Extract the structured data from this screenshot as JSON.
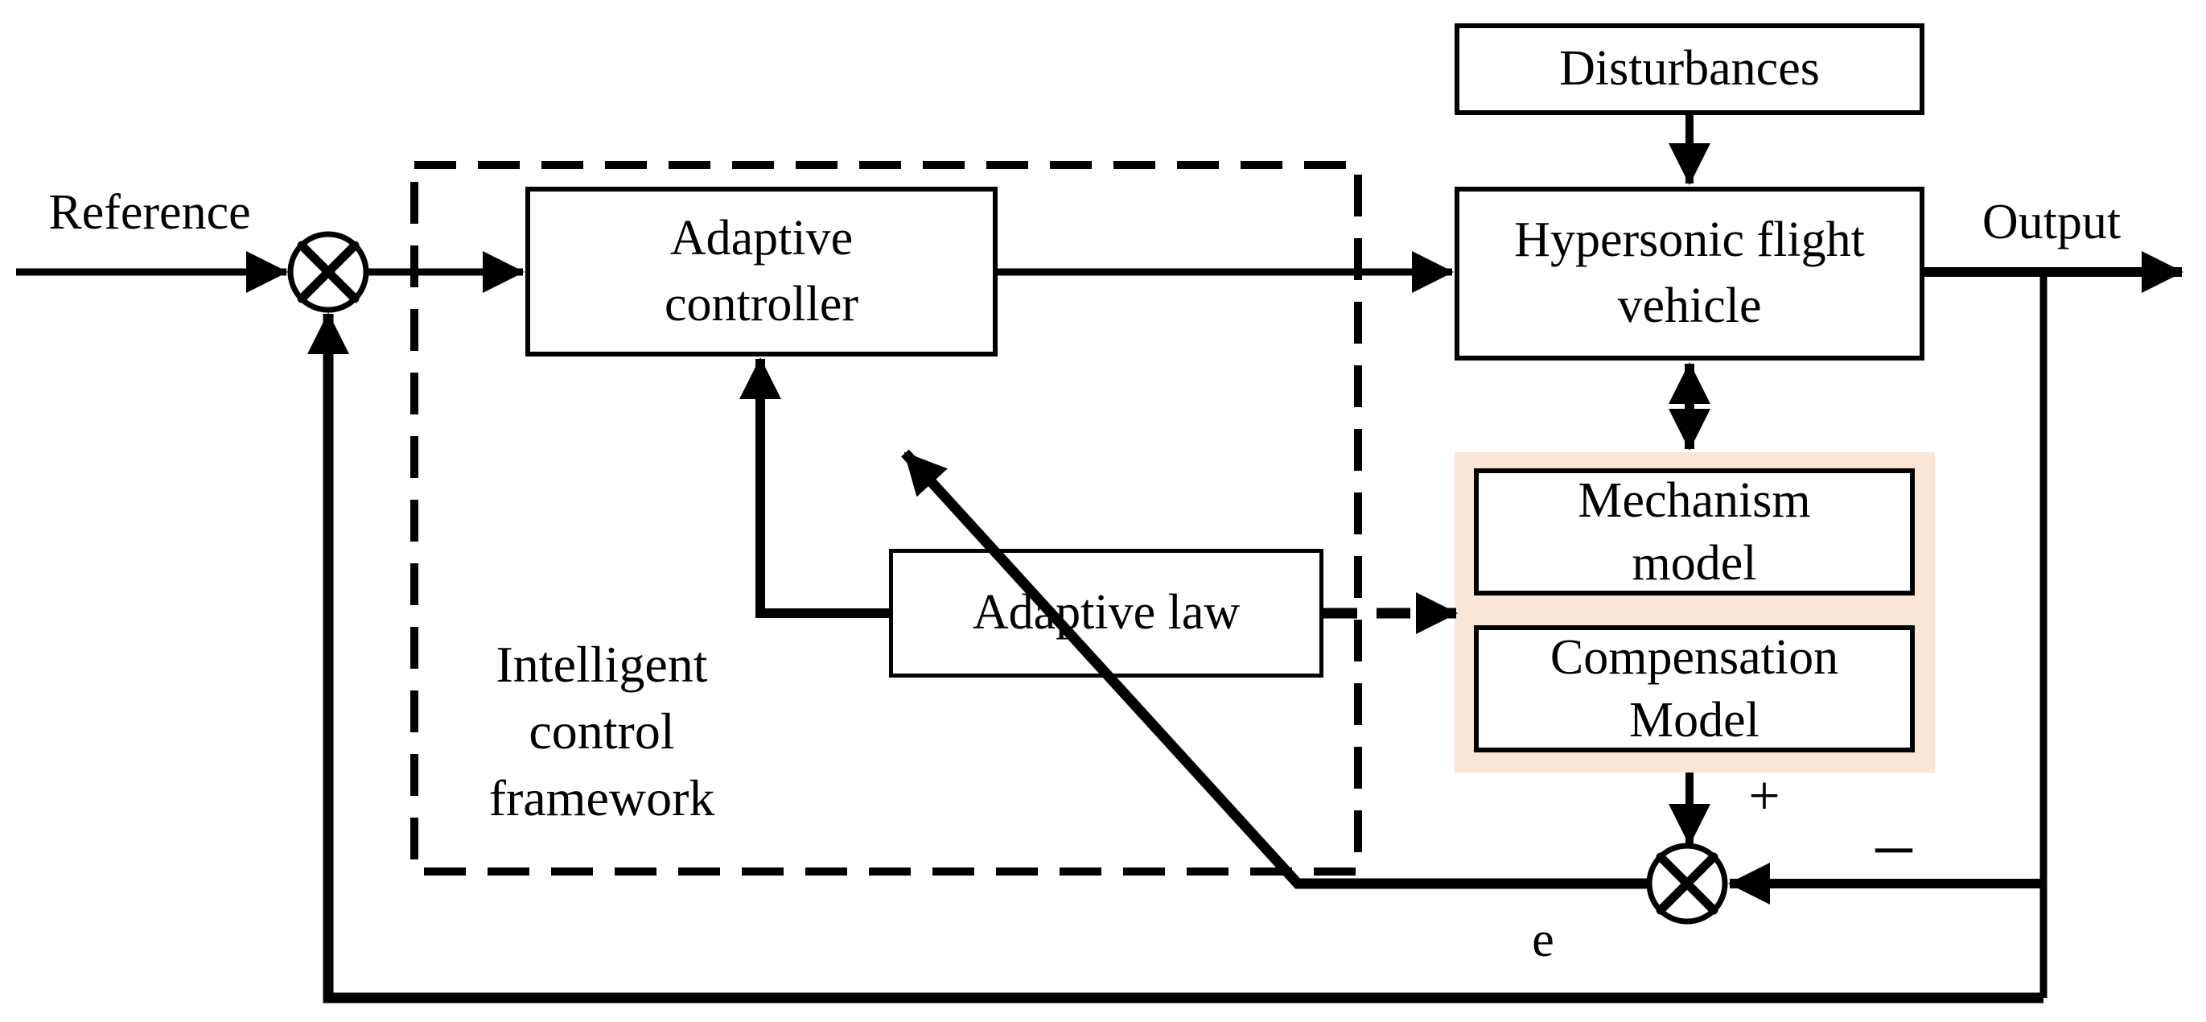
{
  "colors": {
    "line": "#000000",
    "highlight": "#fbe5d5",
    "background": "#ffffff"
  },
  "blocks": {
    "adaptive_controller": "Adaptive\ncontroller",
    "disturbances": "Disturbances",
    "hypersonic_vehicle": "Hypersonic flight\nvehicle",
    "mechanism_model": "Mechanism\nmodel",
    "compensation_model": "Compensation\nModel",
    "adaptive_law": "Adaptive law"
  },
  "labels": {
    "reference": "Reference",
    "output": "Output",
    "framework": "Intelligent\ncontrol\nframework",
    "error_signal": "e",
    "plus_sign": "+",
    "minus_sign": "−"
  }
}
